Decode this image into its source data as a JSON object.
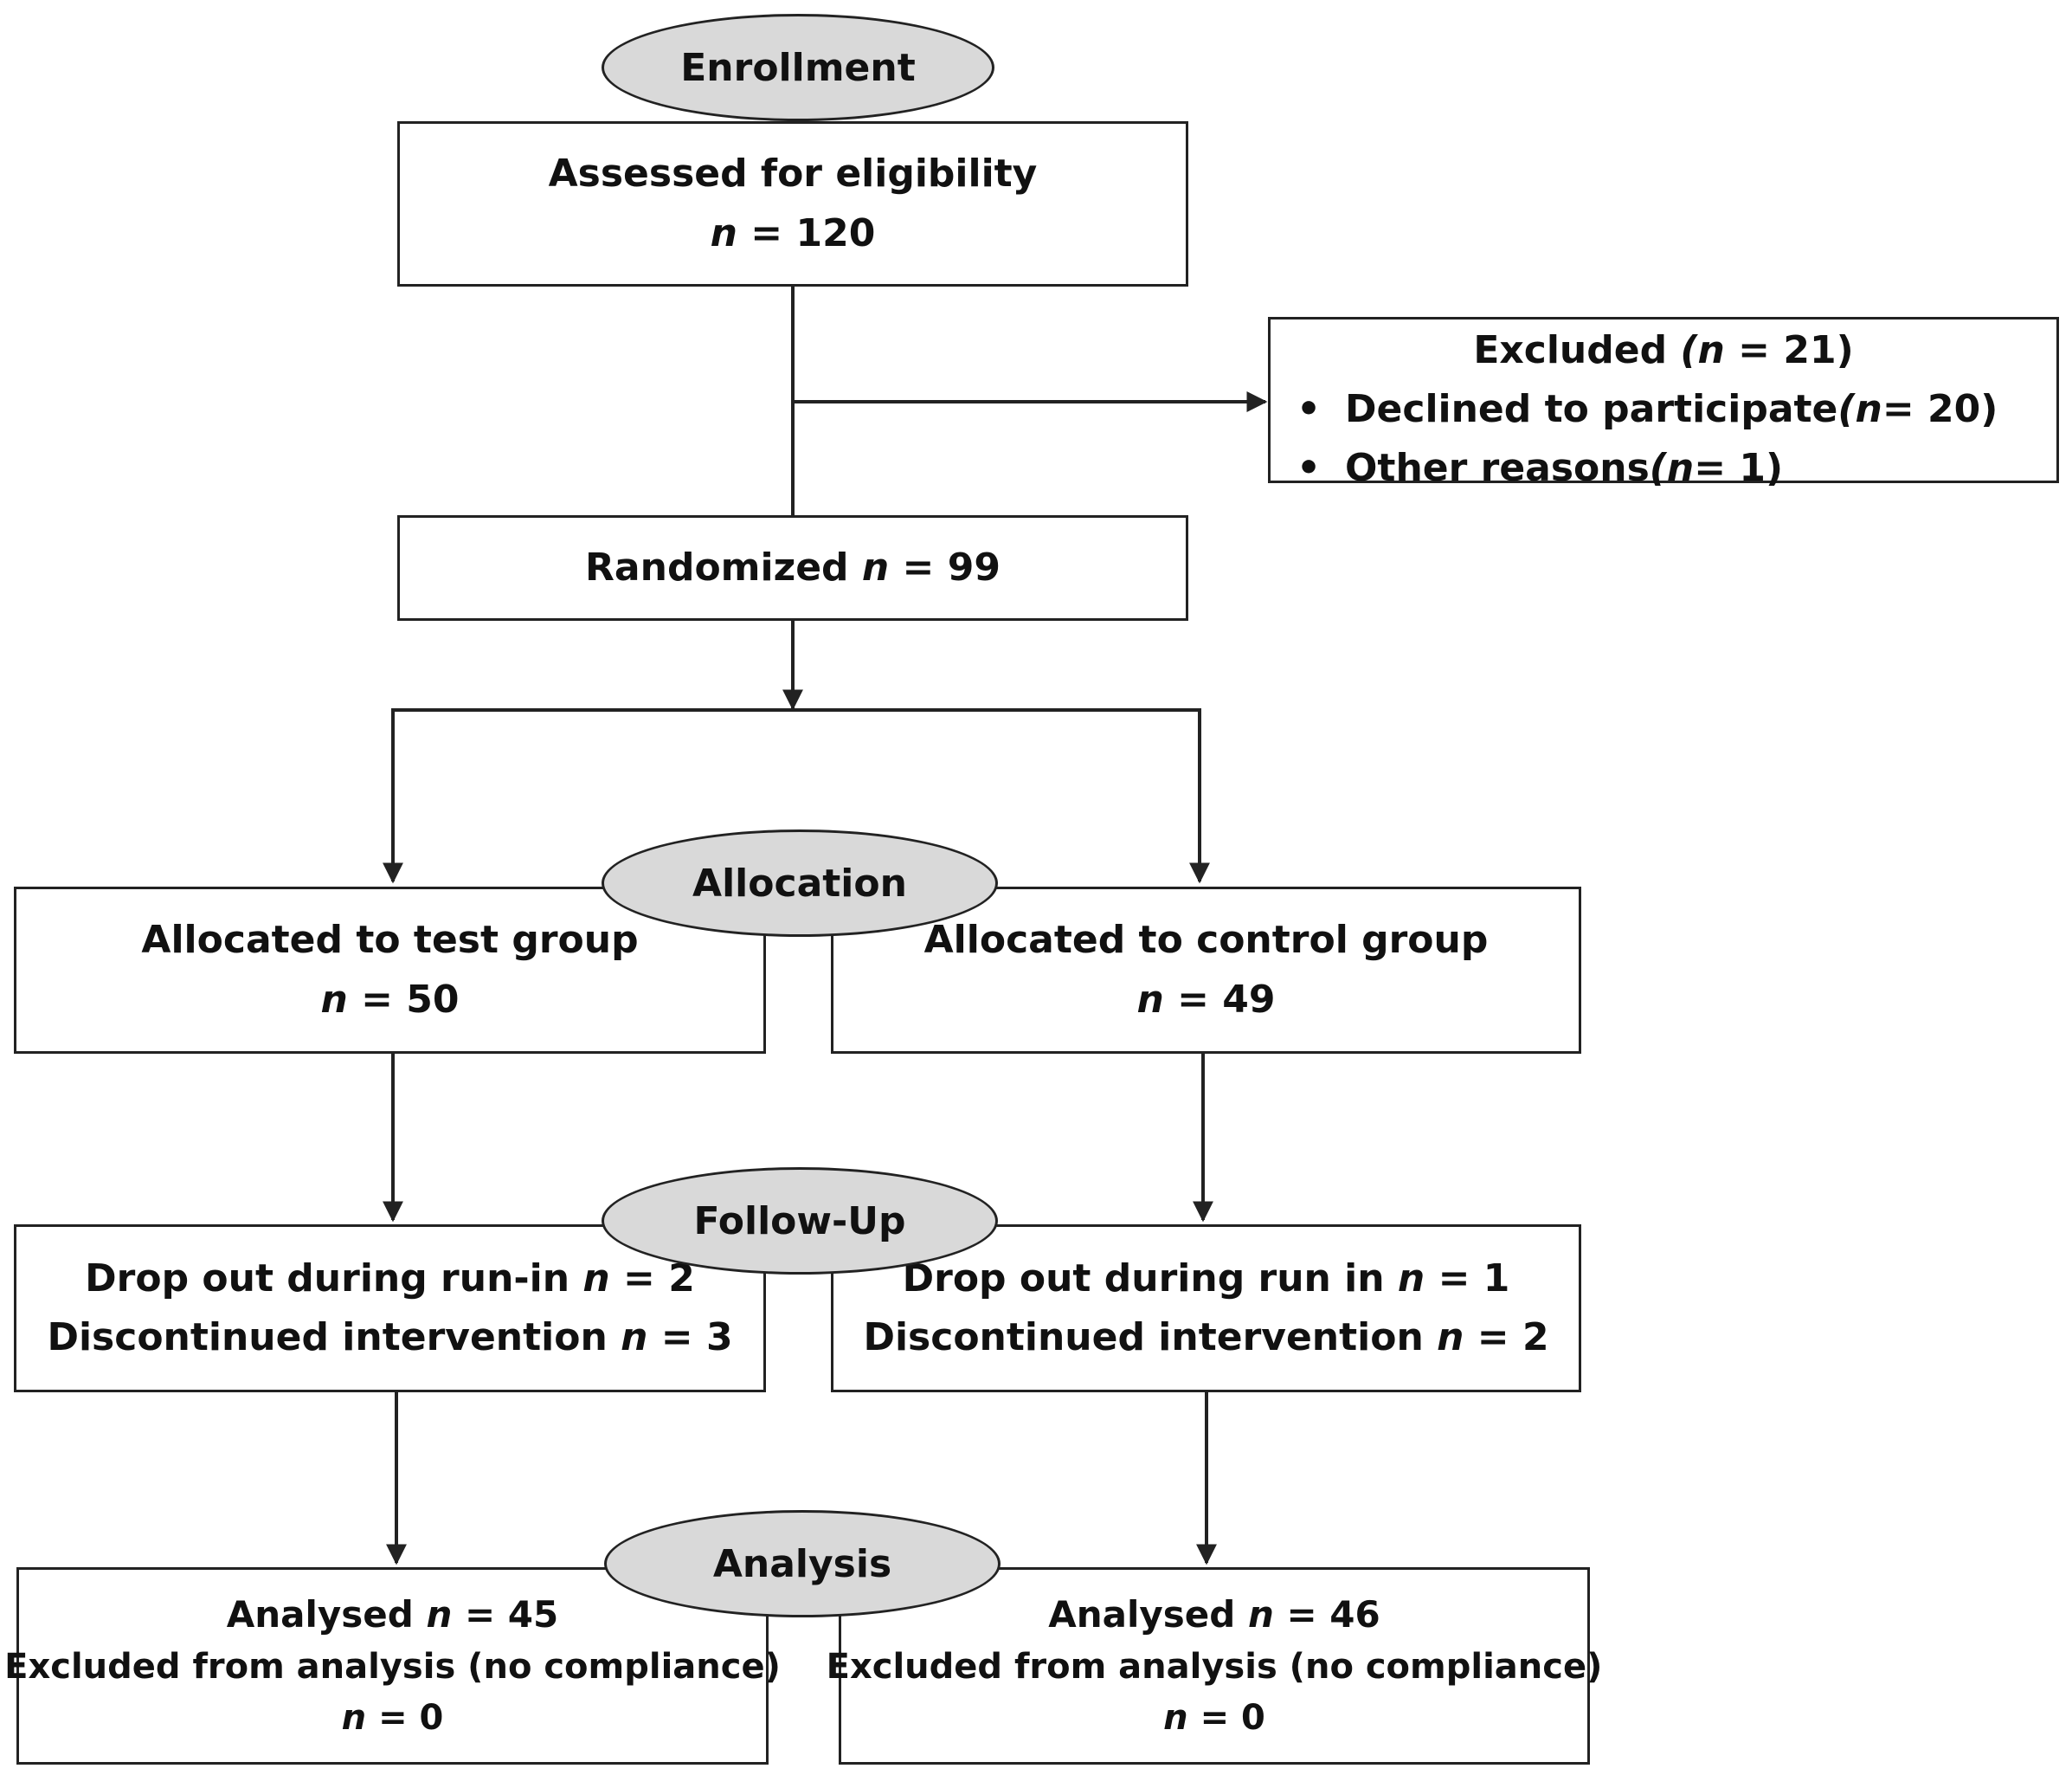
{
  "phases": {
    "enrollment": "Enrollment",
    "allocation": "Allocation",
    "follow_up": "Follow-Up",
    "analysis": "Analysis"
  },
  "assessed": {
    "title": "Assessed for eligibility",
    "n_label": "n",
    "n_value": " = 120"
  },
  "excluded": {
    "title": "Excluded ",
    "title_paren_open": "(",
    "n_label": "n",
    "n_value": " = 21)",
    "bullet": "•",
    "items": [
      {
        "text": "Declined to participate ",
        "paren_open": "(",
        "n_label": "n",
        "n_value": " = 20)"
      },
      {
        "text": "Other reasons ",
        "paren_open": "(",
        "n_label": "n",
        "n_value": " = 1)"
      }
    ]
  },
  "randomized": {
    "title": "Randomized ",
    "n_label": "n",
    "n_value": " = 99"
  },
  "test_group": {
    "allocated": {
      "title": "Allocated to test group",
      "n_label": "n",
      "n_value": " = 50"
    },
    "follow_up": {
      "line1": "Drop out during run-in ",
      "line1_n_label": "n",
      "line1_n_value": " = 2",
      "line2": "Discontinued intervention ",
      "line2_n_label": "n",
      "line2_n_value": " = 3"
    },
    "analysis": {
      "title": "Analysed ",
      "n_label": "n",
      "n_value": " = 45",
      "excluded_text": "Excluded from analysis (no compliance)",
      "excluded_n_label": "n",
      "excluded_n_value": " = 0"
    }
  },
  "control_group": {
    "allocated": {
      "title": "Allocated to control group",
      "n_label": "n",
      "n_value": " = 49"
    },
    "follow_up": {
      "line1": "Drop out during run in ",
      "line1_n_label": "n",
      "line1_n_value": " = 1",
      "line2": "Discontinued intervention ",
      "line2_n_label": "n",
      "line2_n_value": " = 2"
    },
    "analysis": {
      "title": "Analysed ",
      "n_label": "n",
      "n_value": " = 46",
      "excluded_text": "Excluded from analysis (no compliance)",
      "excluded_n_label": "n",
      "excluded_n_value": " = 0"
    }
  }
}
